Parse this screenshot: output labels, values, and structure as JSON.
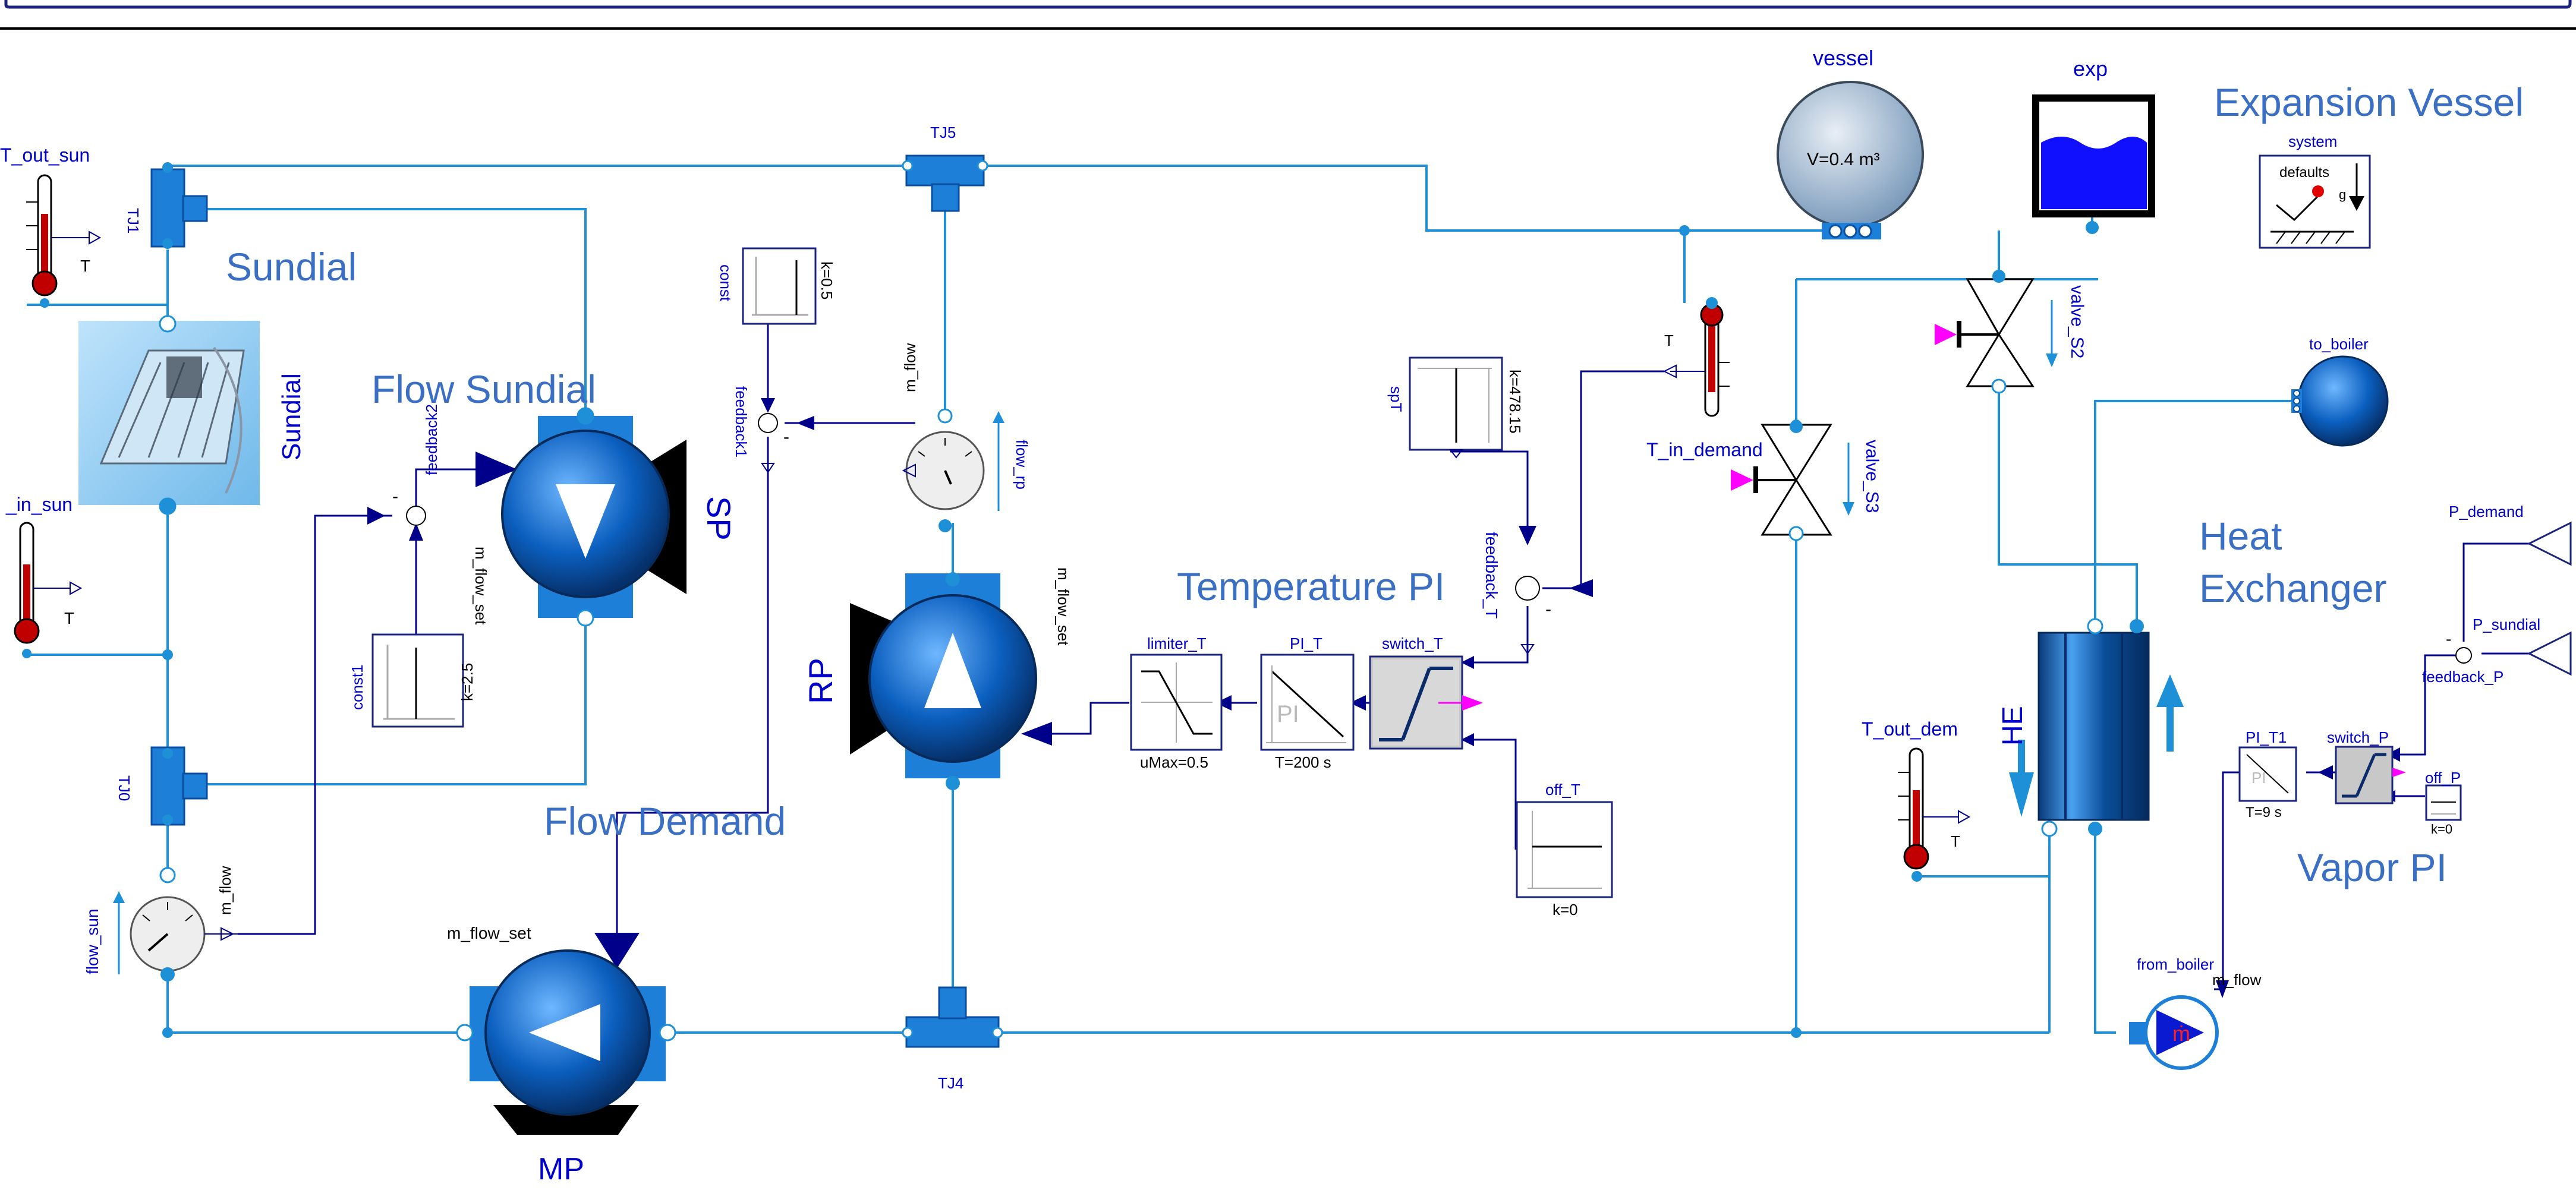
{
  "labels": {
    "vessel": "vessel",
    "vessel_param": "V=0.4 m³",
    "exp": "exp",
    "expansion_vessel": "Expansion Vessel",
    "system": "system",
    "system_defaults": "defaults",
    "system_g": "g",
    "t_out_sun": "T_out_sun",
    "t_in_sun": "_in_sun",
    "t_letter": "T",
    "tj1": "TJ1",
    "tj0": "TJ0",
    "tj5": "TJ5",
    "tj4": "TJ4",
    "sundial_big": "Sundial",
    "sundial_vertical": "Sundial",
    "flow_sundial": "Flow Sundial",
    "sp": "SP",
    "feedback2": "feedback2",
    "m_flow_set_sp": "m_flow_set",
    "const1": "const1",
    "const1_k": "k=2.5",
    "const": "const",
    "const_k": "k=0.5",
    "feedback1": "feedback1",
    "flow_rp": "flow_rp",
    "m_flow_rp": "m_flow",
    "rp": "RP",
    "m_flow_set_rp": "m_flow_set",
    "temperature_pi": "Temperature PI",
    "limiter_t": "limiter_T",
    "limiter_param": "uMax=0.5",
    "pi_t": "PI_T",
    "pi_t_param": "T=200 s",
    "pi_text": "PI",
    "switch_t": "switch_T",
    "off_t": "off_T",
    "off_t_k": "k=0",
    "spt": "spT",
    "spt_k": "k=478.15",
    "feedback_t": "feedback_T",
    "t_in_demand": "T_in_demand",
    "valve_s3": "valve_S3",
    "valve_s2": "valve_S2",
    "to_boiler": "to_boiler",
    "heat_exchanger_1": "Heat",
    "heat_exchanger_2": "Exchanger",
    "he": "HE",
    "t_out_dem": "T_out_dem",
    "p_demand": "P_demand",
    "p_sundial": "P_sundial",
    "feedback_p": "feedback_P",
    "pi_t1": "PI_T1",
    "pi_t1_param": "T=9 s",
    "switch_p": "switch_P",
    "off_p": "off_P",
    "off_p_k": "k=0",
    "vapor_pi": "Vapor PI",
    "from_boiler": "from_boiler",
    "m_flow_boiler": "m_flow",
    "mdot": "ṁ",
    "flow_demand": "Flow Demand",
    "m_flow_set_mp": "m_flow_set",
    "mp": "MP",
    "flow_sun": "flow_sun",
    "m_flow_sun": "m_flow",
    "minus": "-"
  },
  "colors": {
    "pipe": "#1e90d8",
    "signal": "#00008b",
    "label_big": "#3a6fc4",
    "label_small": "#0000cc",
    "thermometer_red": "#c00000",
    "pink": "#ff00ff"
  }
}
